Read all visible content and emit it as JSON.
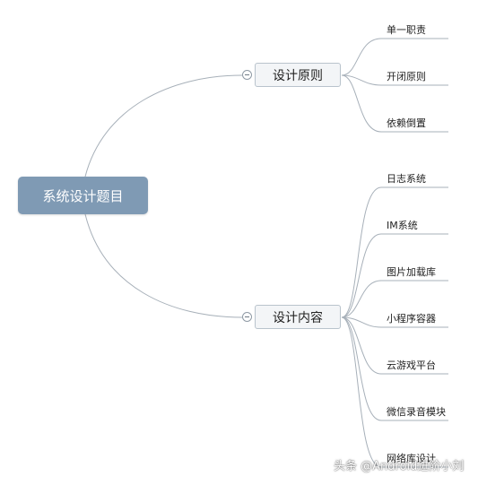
{
  "root": {
    "label": "系统设计题目"
  },
  "branches": [
    {
      "label": "设计原则",
      "children": [
        "单一职责",
        "开闭原则",
        "依赖倒置"
      ]
    },
    {
      "label": "设计内容",
      "children": [
        "日志系统",
        "IM系统",
        "图片加载库",
        "小程序容器",
        "云游戏平台",
        "微信录音模块",
        "网络库设计"
      ]
    }
  ],
  "watermark": "头条 @Android进阶小刘",
  "colors": {
    "root_fill": "#7f9ab4",
    "branch_fill": "#f3f5f7",
    "branch_border": "#b9c3cc",
    "link_stroke": "#a7b0b9"
  }
}
